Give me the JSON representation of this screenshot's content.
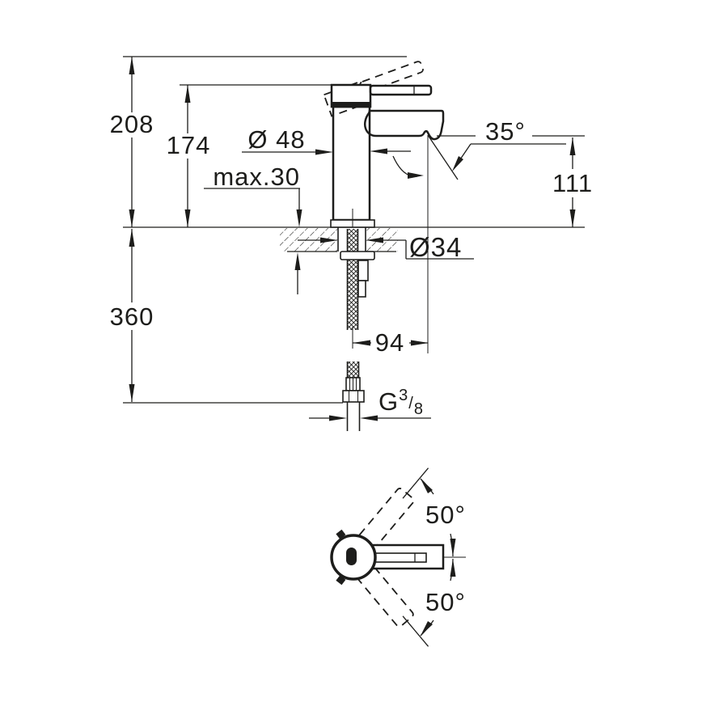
{
  "meta": {
    "background": "#ffffff",
    "ink_color": "#1d1d1b",
    "description": "Technical dimension drawing of a single-lever basin mixer tap: side elevation with mounting cross-section and supply hose, plus plan view showing spout swivel range"
  },
  "dimensions": {
    "total_height": "208",
    "height_to_spout_base": "174",
    "body_diameter": "Ø 48",
    "max_deck_thickness": "max.30",
    "spout_angle": "35°",
    "spout_outlet_height": "111",
    "mounting_hole_diameter": "Ø34",
    "length_below_deck": "360",
    "spout_projection": "94",
    "thread": {
      "g": "G",
      "numerator": "3",
      "slash": "/",
      "denominator": "8"
    },
    "swivel_angle_up": "50°",
    "swivel_angle_down": "50°"
  }
}
